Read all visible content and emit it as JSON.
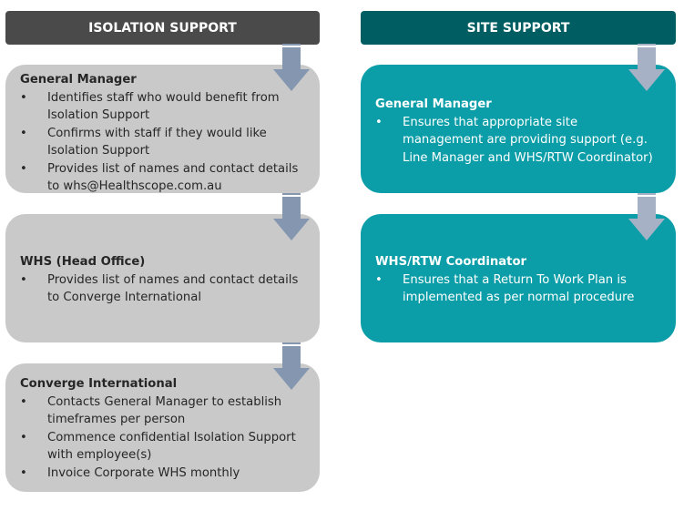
{
  "isolation_support": {
    "header": "ISOLATION SUPPORT",
    "steps": [
      {
        "title": "General Manager",
        "bullets": [
          "Identifies staff who would benefit from Isolation Support",
          "Confirms with staff if they would like Isolation Support",
          "Provides list of names and contact details to whs@Healthscope.com.au"
        ]
      },
      {
        "title": "WHS (Head Office)",
        "bullets": [
          "Provides list of names and contact details to Converge International"
        ]
      },
      {
        "title": "Converge International",
        "bullets": [
          "Contacts General Manager to establish timeframes per person",
          "Commence confidential Isolation Support with employee(s)",
          "Invoice Corporate WHS monthly"
        ]
      }
    ]
  },
  "site_support": {
    "header": "SITE SUPPORT",
    "steps": [
      {
        "title": "General Manager",
        "bullets": [
          "Ensures that appropriate site management are providing support (e.g. Line Manager and WHS/RTW Coordinator)"
        ]
      },
      {
        "title": "WHS/RTW Coordinator",
        "bullets": [
          "Ensures that a Return To Work Plan is implemented  as per normal procedure"
        ]
      }
    ]
  },
  "bullet_char": "•",
  "colors": {
    "isolation_header": "#4a4a4a",
    "site_header": "#005e62",
    "isolation_box": "#c9c9c9",
    "site_box": "#0b9ea8",
    "isolation_arrow": "#8496b0",
    "site_arrow": "#a6b1c5"
  }
}
